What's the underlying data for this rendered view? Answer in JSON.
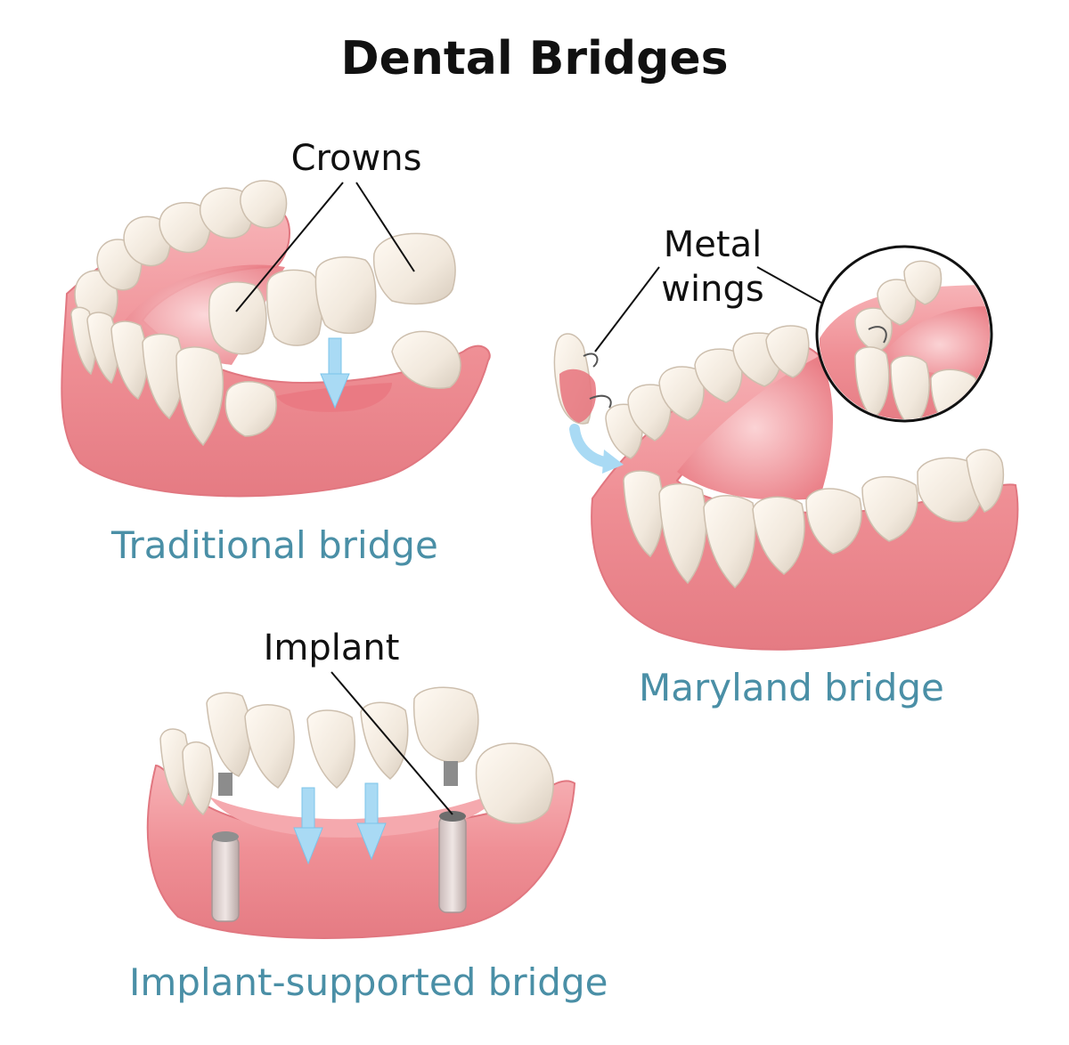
{
  "title": "Dental Bridges",
  "labels": {
    "crowns": "Crowns",
    "metal_wings": [
      "Metal",
      "wings"
    ],
    "implant": "Implant"
  },
  "captions": {
    "traditional": "Traditional bridge",
    "maryland": "Maryland bridge",
    "implant_supported": "Implant-supported bridge"
  },
  "colors": {
    "gum": "#ef8f95",
    "gum_dark": "#d9676f",
    "tooth": "#f6efe6",
    "tooth_shade": "#d9cfc2",
    "arrow": "#a9daf4",
    "implant": "#9a9a9a",
    "caption": "#4a8fa6"
  }
}
